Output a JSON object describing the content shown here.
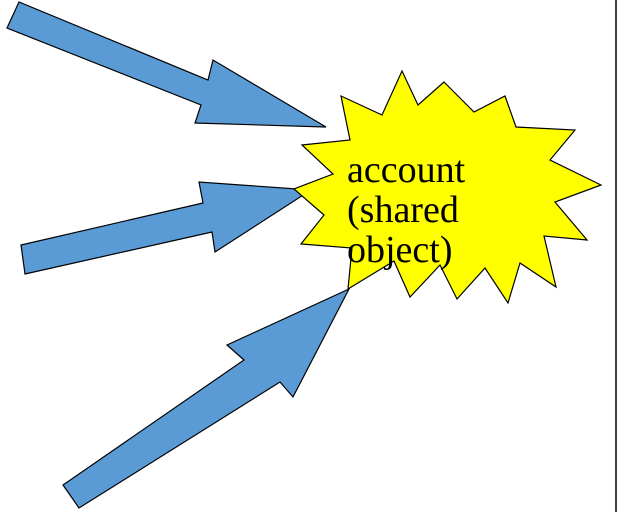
{
  "colors": {
    "background": "#ffffff",
    "arrow_fill": "#5b9bd5",
    "arrow_stroke": "#000000",
    "burst_fill": "#ffff00",
    "burst_stroke": "#000000",
    "edge_line": "#000000"
  },
  "shapes": {
    "arrows": [
      {
        "id": "arrow-top",
        "shape": "block-arrow"
      },
      {
        "id": "arrow-middle",
        "shape": "block-arrow"
      },
      {
        "id": "arrow-bottom",
        "shape": "block-arrow"
      }
    ],
    "burst": {
      "shape": "explosion-burst"
    }
  },
  "burst_label": {
    "line1": "account",
    "line2": "(shared",
    "line3": "object)"
  }
}
